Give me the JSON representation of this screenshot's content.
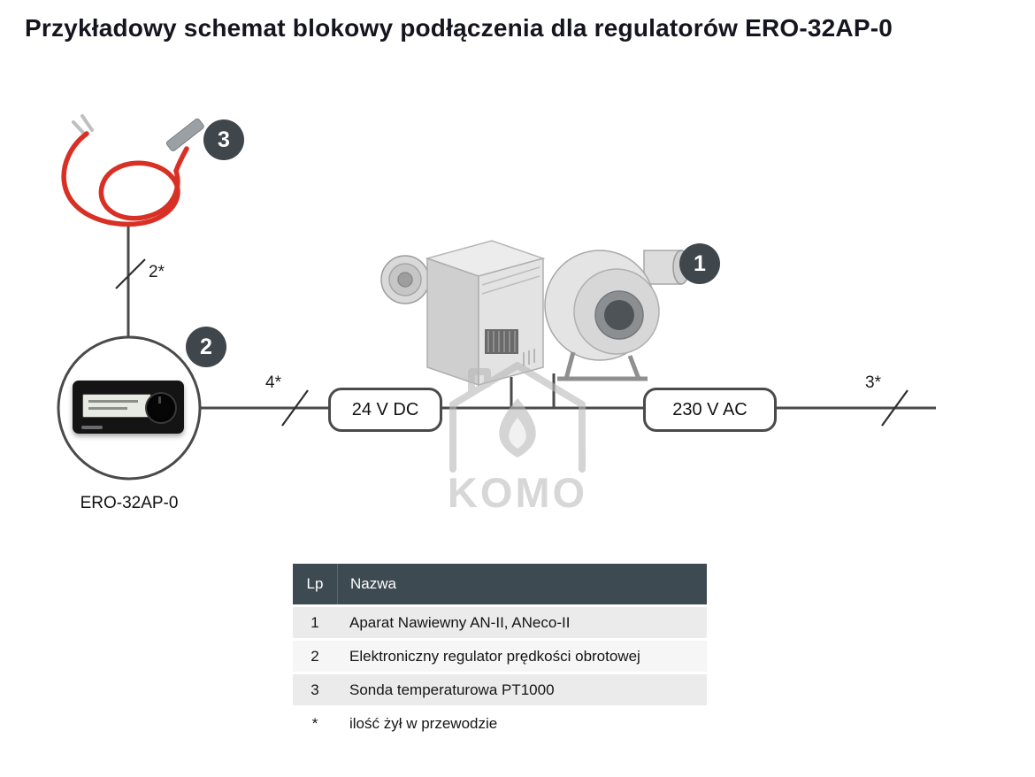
{
  "title": "Przykładowy schemat blokowy podłączenia dla regulatorów ERO-32AP-0",
  "diagram": {
    "badge_devices": "1",
    "badge_regulator": "2",
    "badge_sensor": "3",
    "wire_sensor_label": "2*",
    "wire_regulator_label": "4*",
    "wire_mains_label": "3*",
    "dc_box_label": "24 V DC",
    "ac_box_label": "230 V AC",
    "regulator_name": "ERO-32AP-0",
    "watermark": "KOMO"
  },
  "table": {
    "headers": {
      "lp": "Lp",
      "nazwa": "Nazwa"
    },
    "rows": [
      {
        "lp": "1",
        "nazwa": "Aparat Nawiewny AN-II, ANeco-II"
      },
      {
        "lp": "2",
        "nazwa": "Elektroniczny regulator prędkości obrotowej"
      },
      {
        "lp": "3",
        "nazwa": "Sonda temperaturowa PT1000"
      },
      {
        "lp": "*",
        "nazwa": "ilość żył w przewodzie"
      }
    ]
  },
  "colors": {
    "badge": "#3f464c",
    "table_header": "#3e4a52",
    "line": "#4a4a4a",
    "sensor_cable": "#d93025",
    "watermark": "#c9c9c9"
  }
}
